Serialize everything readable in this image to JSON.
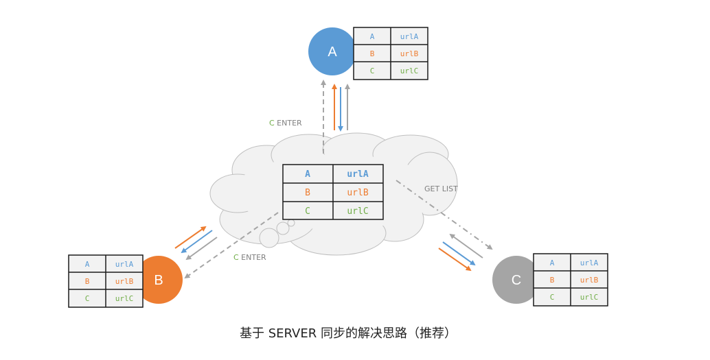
{
  "colors": {
    "node_a": "#5b9bd5",
    "node_b": "#ed7d31",
    "node_c": "#a5a5a5",
    "text_a": "#5b9bd5",
    "text_b": "#ed7d31",
    "text_c": "#70ad47",
    "arrow_gray": "#a5a5a5",
    "cloud_fill": "#f2f2f2",
    "cloud_stroke": "#bfbfbf",
    "table_fill": "#f2f2f2",
    "table_border": "#1a1a1a"
  },
  "nodes": {
    "a": {
      "label": "A"
    },
    "b": {
      "label": "B"
    },
    "c": {
      "label": "C"
    }
  },
  "table": {
    "rows": [
      {
        "name": "A",
        "url": "urlA"
      },
      {
        "name": "B",
        "url": "urlB"
      },
      {
        "name": "C",
        "url": "urlC"
      }
    ]
  },
  "labels": {
    "c_enter_prefix": "C",
    "c_enter_suffix": " ENTER",
    "get_list": "GET LIST"
  },
  "caption": "基于 SERVER 同步的解决思路（推荐）"
}
